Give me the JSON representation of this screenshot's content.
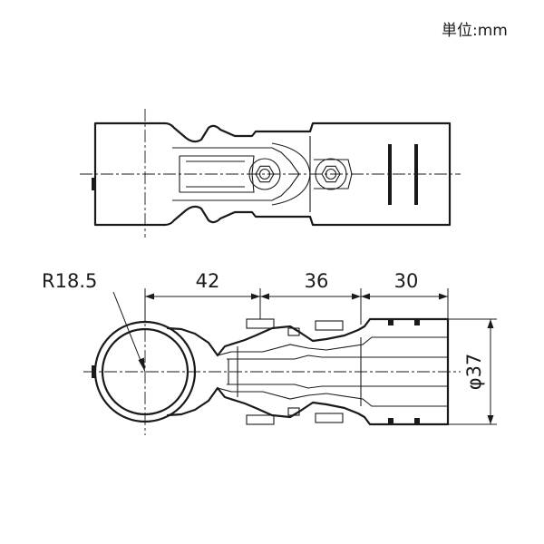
{
  "unit_label": "単位:mm",
  "dimensions": {
    "radius": "R18.5",
    "length_1": "42",
    "length_2": "36",
    "length_3": "30",
    "diameter": "φ37"
  },
  "colors": {
    "line": "#1a1a1a",
    "background": "#ffffff"
  }
}
